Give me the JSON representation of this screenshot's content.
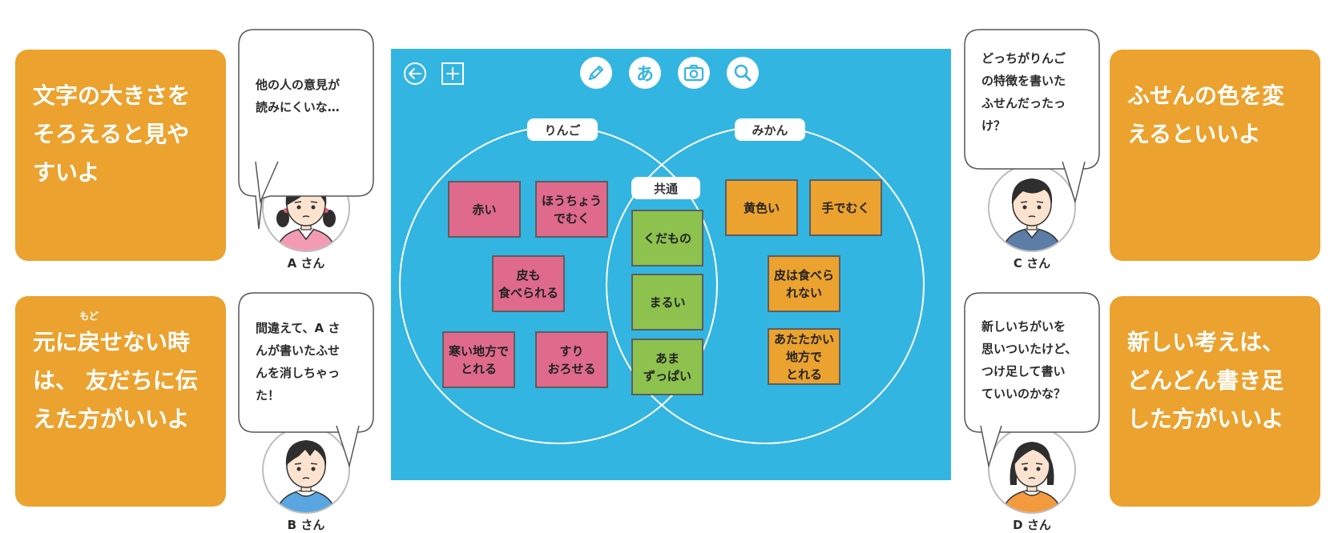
{
  "colors": {
    "tip_bg": "#eba22f",
    "board_bg": "#33b5e2",
    "note_pink": "#df6a8c",
    "note_green": "#8dc24e",
    "note_orange": "#eba22f"
  },
  "tips": {
    "tl": "文字の大きさを\nそろえると見や\nすいよ",
    "bl_pre": "元に",
    "bl_ruby_base": "戻",
    "bl_ruby_rt": "もど",
    "bl_post": "せない時\nは、 友だちに伝\nえた方がいいよ",
    "tr": "ふせんの色を変\nえるといいよ",
    "br": "新しい考えは、\nどんどん書き足\nした方がいいよ"
  },
  "bubbles": {
    "a": "他の人の意見が\n読みにくいな…",
    "b": "間違えて、A さ\nんが書いたふせ\nんを消しちゃっ\nた！",
    "c": "どっちがりんご\nの特徴を書いた\nふせんだったっ\nけ？",
    "d": "新しいちがいを\n思いついたけど、\nつけ足して書い\nていいのかな？"
  },
  "people": {
    "a": "A さん",
    "b": "B さん",
    "c": "C さん",
    "d": "D さん"
  },
  "toolbar": {
    "back_icon": "arrow-left-icon",
    "add_icon": "plus-icon",
    "pen_icon": "pencil-icon",
    "text_icon_glyph": "あ",
    "camera_icon": "camera-icon",
    "search_icon": "magnifier-icon"
  },
  "venn": {
    "left_label": "りんご",
    "right_label": "みかん",
    "common_label": "共通",
    "left_notes": [
      "赤い",
      "ほうちょう\nでむく",
      "皮も\n食べられる",
      "寒い地方で\nとれる",
      "すり\nおろせる"
    ],
    "common_notes": [
      "くだもの",
      "まるい",
      "あま\nずっぱい"
    ],
    "right_notes": [
      "黄色い",
      "手でむく",
      "皮は食べら\nれない",
      "あたたかい\n地方で\nとれる"
    ]
  }
}
